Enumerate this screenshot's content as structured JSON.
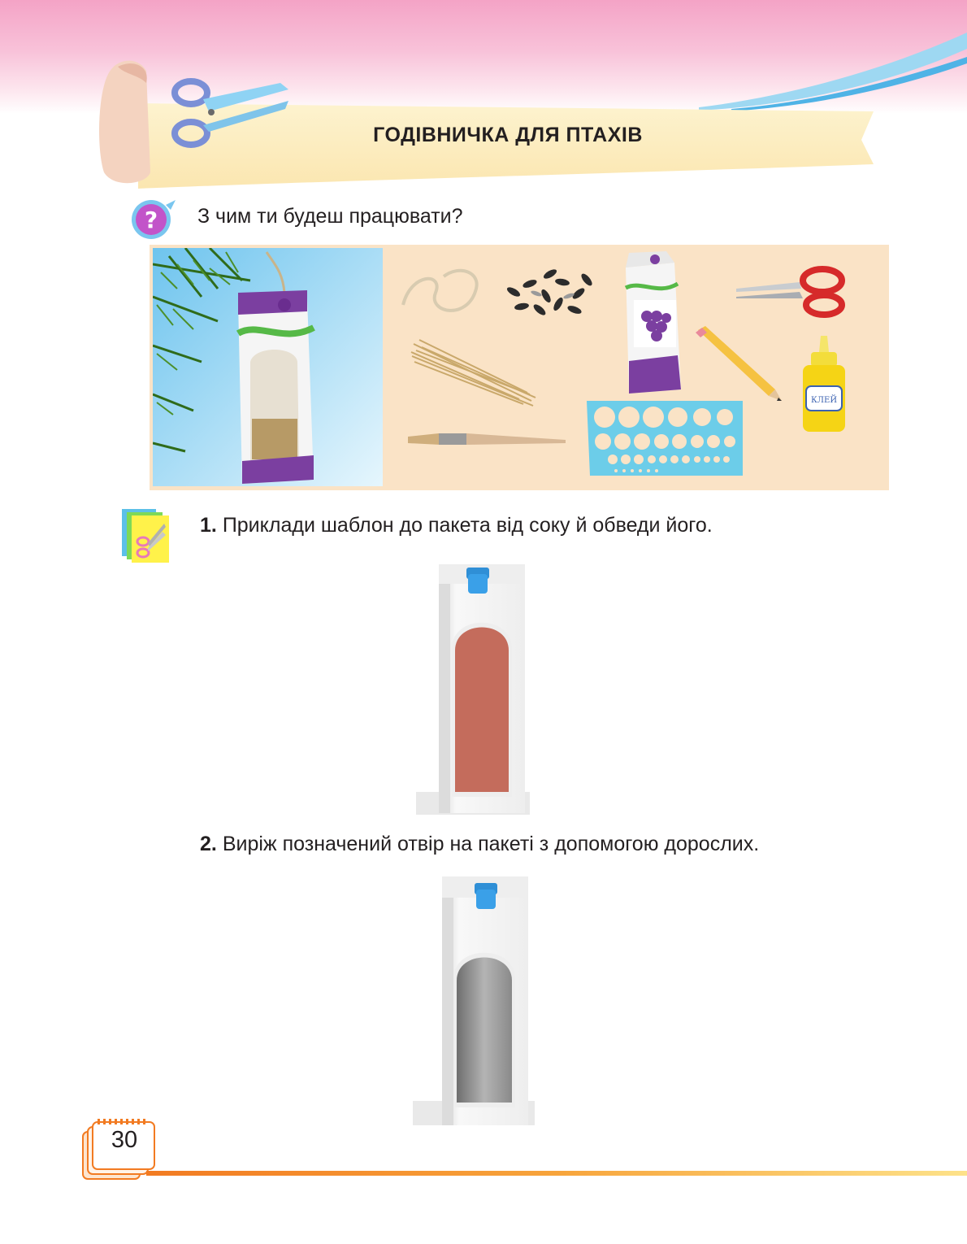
{
  "header": {
    "title": "ГОДІВНИЧКА ДЛЯ ПТАХІВ"
  },
  "question": {
    "icon": "question-mark-icon",
    "text": "З чим ти будеш працювати?"
  },
  "materials": {
    "items": [
      "bird-feeder",
      "string",
      "sunflower-seeds",
      "juice-carton",
      "scissors",
      "wooden-sticks",
      "pencil",
      "glue",
      "brush",
      "circle-stencil"
    ],
    "glue_label": "КЛЕЙ"
  },
  "task_icon": "scissors-paper-icon",
  "steps": [
    {
      "number": "1.",
      "text": "Приклади шаблон до пакета від соку й обведи його."
    },
    {
      "number": "2.",
      "text": "Виріж позначений отвір на пакеті з допомогою дорослих."
    }
  ],
  "page": {
    "number": "30"
  },
  "colors": {
    "header_pink": "#f4a3c6",
    "banner": "#fdf0c8",
    "panel": "#fae3c6",
    "accent_orange": "#f27b22",
    "cutout_marked": "#c46c5c",
    "carton_purple": "#7b3fa0"
  }
}
